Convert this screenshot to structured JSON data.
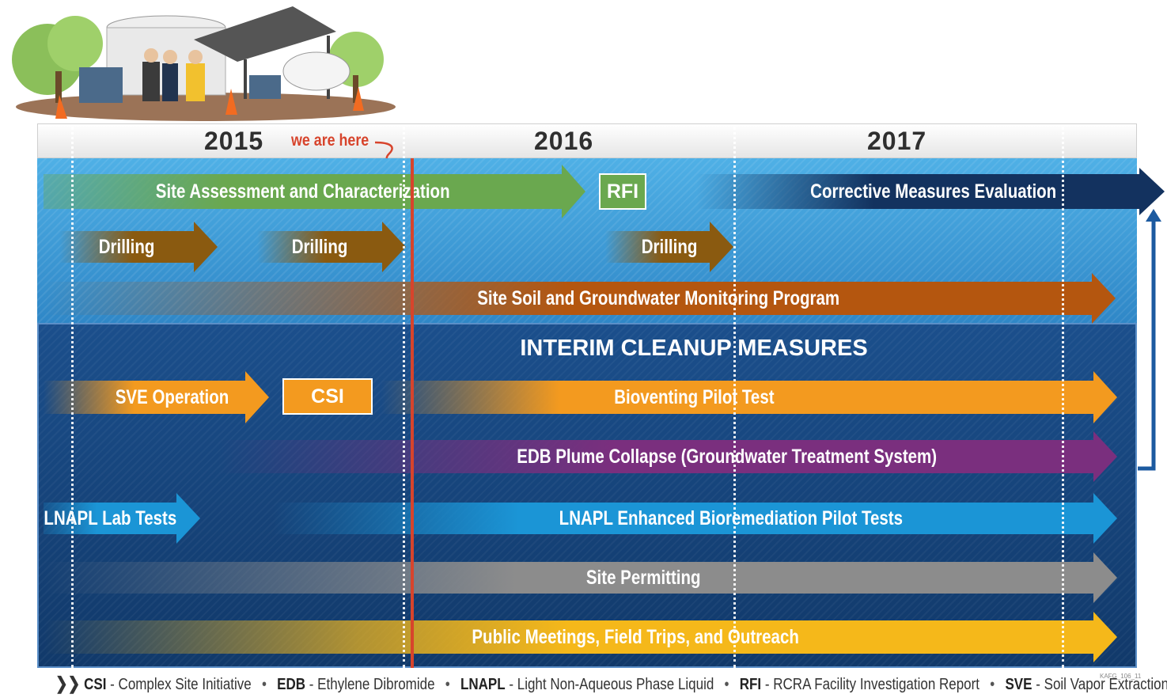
{
  "years": [
    "2015",
    "2016",
    "2017"
  ],
  "we_are_here": "we are here",
  "bars": {
    "site_assessment": "Site Assessment and Characterization",
    "rfi": "RFI",
    "corrective": "Corrective Measures Evaluation",
    "drilling": [
      "Drilling",
      "Drilling",
      "Drilling"
    ],
    "monitoring": "Site Soil and Groundwater Monitoring Program",
    "sve": "SVE Operation",
    "csi": "CSI",
    "bioventing": "Bioventing Pilot Test",
    "edb": "EDB Plume Collapse (Groundwater Treatment System)",
    "lnapl_lab": "LNAPL Lab Tests",
    "lnapl_bio": "LNAPL Enhanced Bioremediation Pilot Tests",
    "permitting": "Site Permitting",
    "public": "Public Meetings, Field Trips, and Outreach"
  },
  "section_title": "INTERIM CLEANUP MEASURES",
  "legend": [
    {
      "abbr": "CSI",
      "text": "Complex Site Initiative"
    },
    {
      "abbr": "EDB",
      "text": "Ethylene Dibromide"
    },
    {
      "abbr": "LNAPL",
      "text": "Light Non-Aqueous Phase Liquid"
    },
    {
      "abbr": "RFI",
      "text": "RCRA Facility Investigation Report"
    },
    {
      "abbr": "SVE",
      "text": "Soil Vapor Extraction"
    }
  ],
  "legend_separator": "-",
  "figure_code": "KAFG_106_11",
  "colors": {
    "green": "#6aa84f",
    "brown": "#8a5a10",
    "rust": "#b4560f",
    "orange": "#f39a1f",
    "purple": "#7a2f7e",
    "blue": "#1b95d6",
    "gray": "#8c8c8c",
    "yellow": "#f5b81a",
    "navy": "#13325f",
    "red": "#d7442c"
  }
}
